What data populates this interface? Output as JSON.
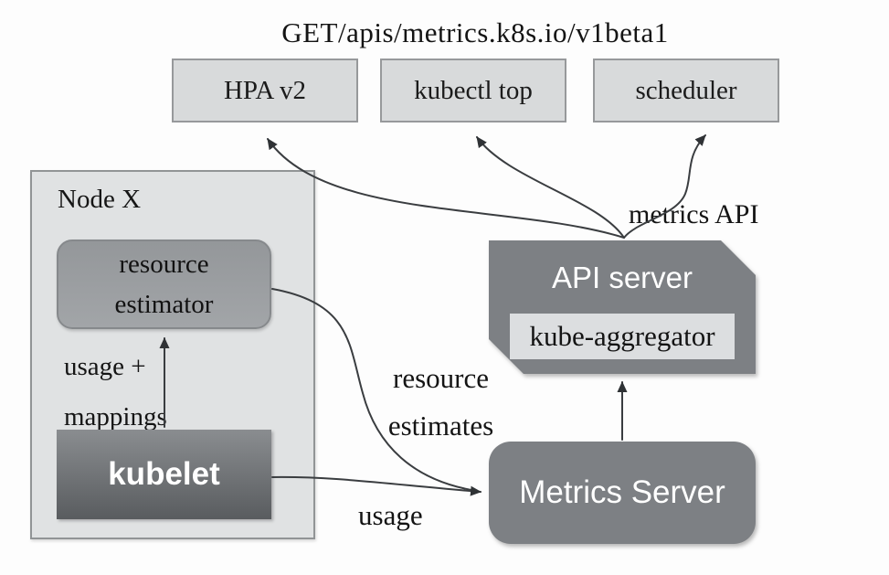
{
  "title": "GET/apis/metrics.k8s.io/v1beta1",
  "clients": [
    {
      "label": "HPA v2"
    },
    {
      "label": "kubectl top"
    },
    {
      "label": "scheduler"
    }
  ],
  "node_x": {
    "label": "Node X",
    "resource_estimator_line1": "resource",
    "resource_estimator_line2": "estimator",
    "kubelet_label": "kubelet",
    "usage_mappings_line1": "usage +",
    "usage_mappings_line2": "mappings"
  },
  "api_server": {
    "label": "API server",
    "aggregator_label": "kube-aggregator"
  },
  "metrics_server": {
    "label": "Metrics Server"
  },
  "edge_labels": {
    "metrics_api": "metrics API",
    "resource_estimates_line1": "resource",
    "resource_estimates_line2": "estimates",
    "usage": "usage"
  },
  "colors": {
    "client_box_fill": "#d8dadb",
    "client_box_border": "#97999b",
    "node_fill": "#e0e2e3",
    "node_border": "#919496",
    "estimator_fill_top": "#94979a",
    "estimator_fill_bottom": "#a2a5a8",
    "kubelet_fill_top": "#8a8d90",
    "kubelet_fill_bottom": "#595c5f",
    "server_fill": "#7d8084",
    "aggregator_fill": "#dcdee0",
    "arrow_line": "#3a3d40",
    "text_dark": "#141414",
    "text_light": "#ffffff"
  }
}
